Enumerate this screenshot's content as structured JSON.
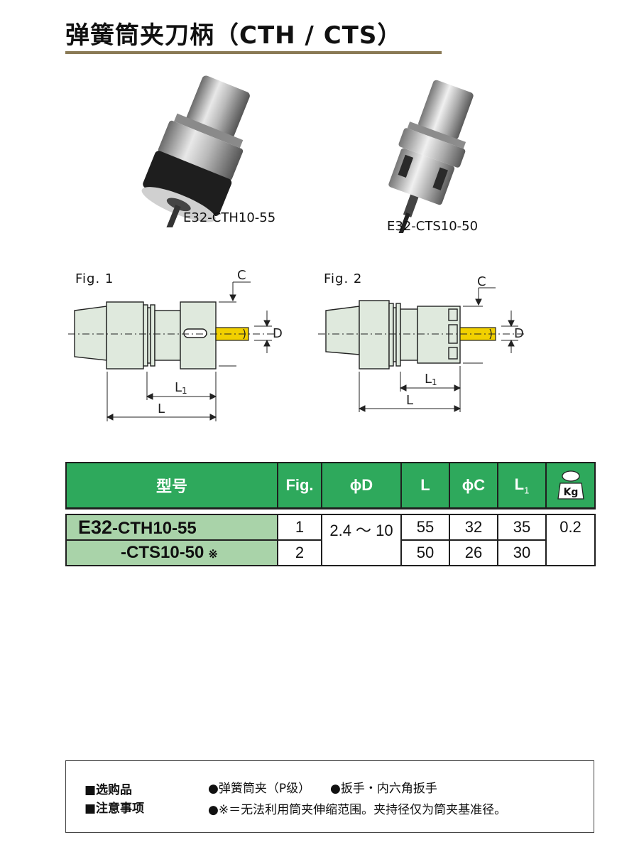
{
  "title": "弹簧筒夹刀柄（CTH / CTS）",
  "photos": [
    {
      "caption": "E32-CTH10-55"
    },
    {
      "caption": "E32-CTS10-50"
    }
  ],
  "figures": {
    "fig1": {
      "label": "Fig. 1",
      "dim_c": "C",
      "dim_d": "D",
      "dim_l1": "L",
      "dim_l1_sub": "1",
      "dim_l": "L"
    },
    "fig2": {
      "label": "Fig. 2",
      "dim_c": "C",
      "dim_d": "D",
      "dim_l1": "L",
      "dim_l1_sub": "1",
      "dim_l": "L"
    }
  },
  "colors": {
    "header_green": "#2ea95c",
    "model_cell_green": "#a9d3a9",
    "title_rule": "#8a7a55",
    "tool_yellow": "#f1d000",
    "drawing_fill": "#dfe9dd"
  },
  "table": {
    "headers": {
      "model": "型号",
      "fig": "Fig.",
      "d": "ϕD",
      "l": "L",
      "c": "ϕC",
      "l1": "L",
      "l1_sub": "1",
      "weight_icon": "weight-kg-icon",
      "weight_unit": "Kg"
    },
    "rows": [
      {
        "model_prefix": "E32",
        "model_suffix": "-CTH10-55",
        "mark": "",
        "fig": "1",
        "d": "2.4 ～ 10",
        "l": "55",
        "c": "32",
        "l1": "35",
        "weight": "0.2"
      },
      {
        "model_prefix": "",
        "model_suffix": "-CTS10-50",
        "mark": "※",
        "fig": "2",
        "d": "",
        "l": "50",
        "c": "26",
        "l1": "30",
        "weight": ""
      }
    ]
  },
  "notes": {
    "options_key": "■选购品",
    "options_items": [
      "●弹簧筒夹（P级）",
      "●扳手・内六角扳手"
    ],
    "caution_key": "■注意事项",
    "caution_text": "●※＝无法利用筒夹伸缩范围。夹持径仅为筒夹基准径。"
  }
}
